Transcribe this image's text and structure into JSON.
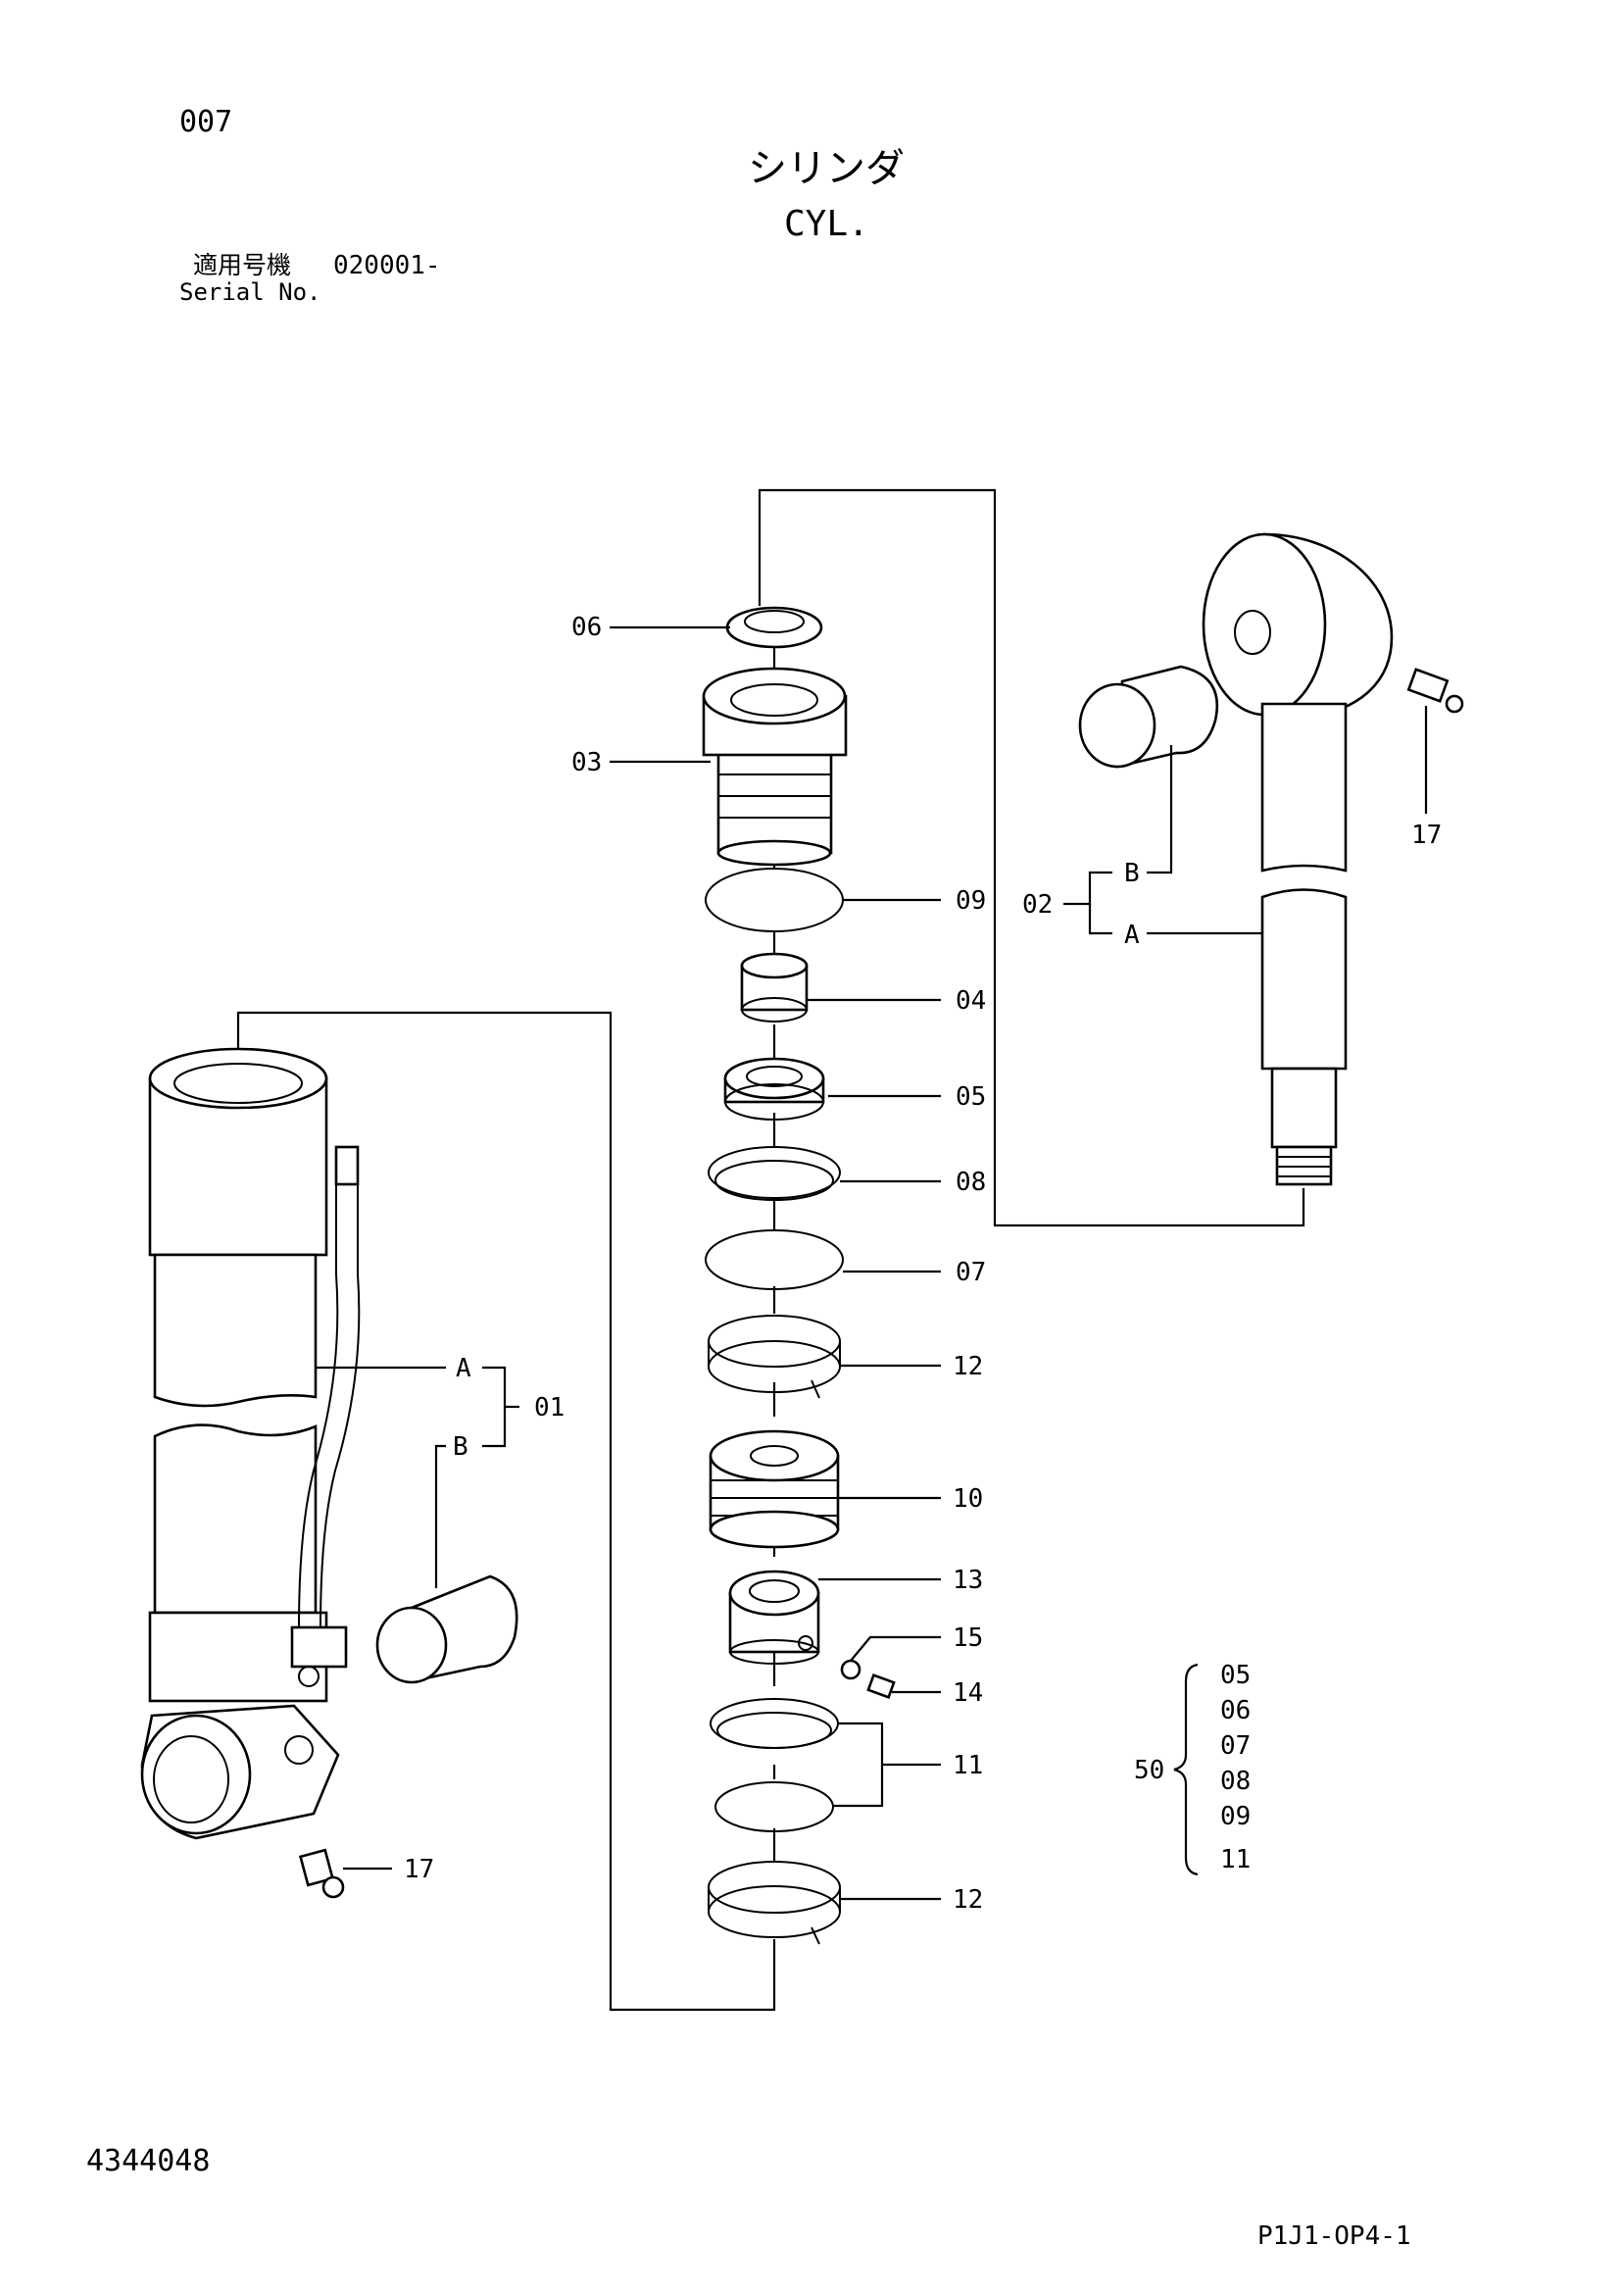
{
  "header": {
    "page_no": "007",
    "title_jp": "シリンダ",
    "title_en": "CYL.",
    "serial_label_jp": "適用号機",
    "serial_value": "020001-",
    "serial_label_en": "Serial No."
  },
  "callouts": {
    "c06": "06",
    "c03": "03",
    "c09": "09",
    "c04": "04",
    "c05": "05",
    "c08": "08",
    "c07": "07",
    "c12a": "12",
    "c10": "10",
    "c13": "13",
    "c15": "15",
    "c14": "14",
    "c11": "11",
    "c12b": "12",
    "c17_right": "17",
    "c17_left": "17",
    "c02": "02",
    "c02A": "A",
    "c02B": "B",
    "c01": "01",
    "c01A": "A",
    "c01B": "B"
  },
  "kit": {
    "number": "50",
    "items": [
      "05",
      "06",
      "07",
      "08",
      "09",
      "11"
    ]
  },
  "footer": {
    "doc_no": "4344048",
    "ref": "P1J1-OP4-1"
  }
}
